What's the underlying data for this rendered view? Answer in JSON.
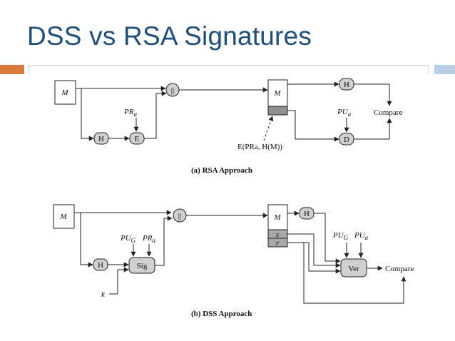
{
  "slide": {
    "title": "DSS vs RSA Signatures"
  },
  "colors": {
    "title": "#1f4e79",
    "accent_orange": "#d97a3d",
    "accent_blue": "#b8cce4",
    "node_fill": "#d0d0d0"
  },
  "rsa": {
    "caption": "(a) RSA Approach",
    "message_label": "M",
    "hash_label": "H",
    "encrypt_label": "E",
    "concat_label": "||",
    "key_label_main": "PR",
    "key_label_sub": "a",
    "recv_message_label": "M",
    "recv_hash_label": "H",
    "decrypt_label": "D",
    "pubkey_label_main": "PU",
    "pubkey_label_sub": "a",
    "compare_label": "Compare",
    "signature_note": "E(PRa, H(M))"
  },
  "dss": {
    "caption": "(b) DSS Approach",
    "message_label": "M",
    "hash_label": "H",
    "sign_label": "Sig",
    "concat_label": "||",
    "k_label": "k",
    "pug_main": "PU",
    "pug_sub": "G",
    "pra_main": "PR",
    "pra_sub": "a",
    "recv_message_label": "M",
    "s_label": "s",
    "r_label": "r",
    "recv_hash_label": "H",
    "verify_label": "Ver",
    "pug2_main": "PU",
    "pug2_sub": "G",
    "pua_main": "PU",
    "pua_sub": "a",
    "compare_label": "Compare"
  }
}
